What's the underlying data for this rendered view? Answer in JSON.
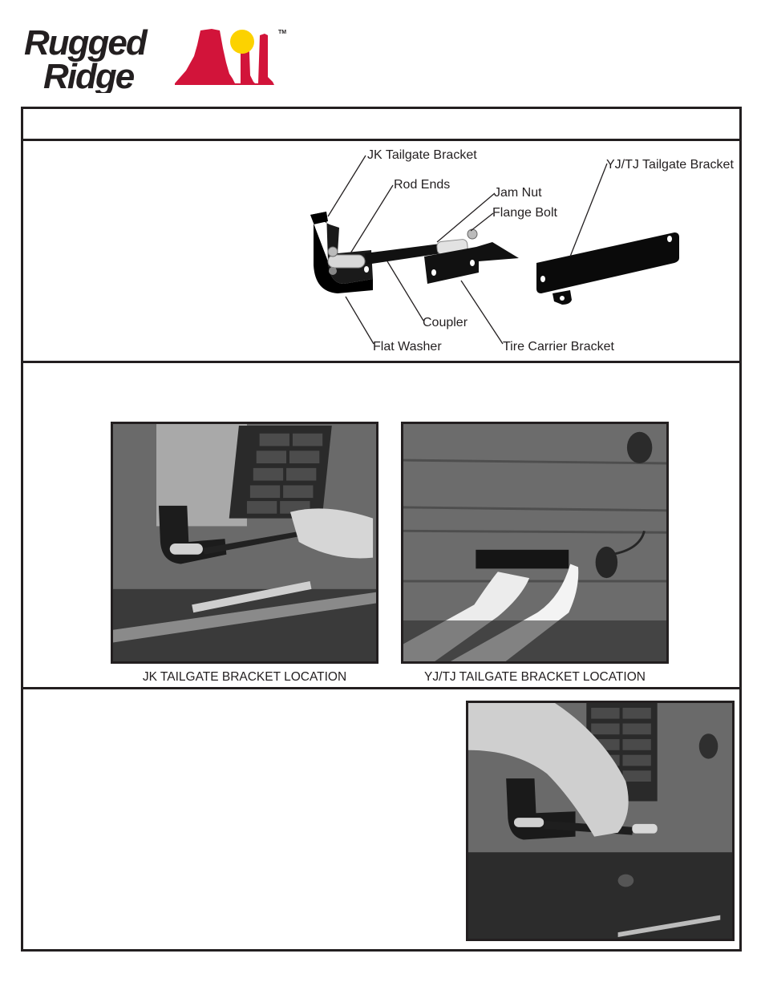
{
  "brand": {
    "name_line1": "Rugged",
    "name_line2": "Ridge",
    "trademark": "TM",
    "colors": {
      "text": "#231f20",
      "mesa_red": "#d2143a",
      "sun_yellow": "#fcd200"
    }
  },
  "header": {
    "title": ""
  },
  "parts": {
    "intro_text": "",
    "callouts": {
      "jk_tailgate_bracket": "JK Tailgate Bracket",
      "rod_ends": "Rod Ends",
      "jam_nut": "Jam Nut",
      "flange_bolt": "Flange Bolt",
      "yjtj_tailgate_bracket": "YJ/TJ Tailgate Bracket",
      "coupler": "Coupler",
      "flat_washer": "Flat Washer",
      "tire_carrier_bracket": "Tire Carrier Bracket"
    }
  },
  "locations": {
    "instruction_text": "",
    "photos": [
      {
        "caption": "JK TAILGATE BRACKET LOCATION"
      },
      {
        "caption": "YJ/TJ TAILGATE BRACKET LOCATION"
      }
    ]
  },
  "install": {
    "instruction_text": "",
    "photo_caption": ""
  }
}
